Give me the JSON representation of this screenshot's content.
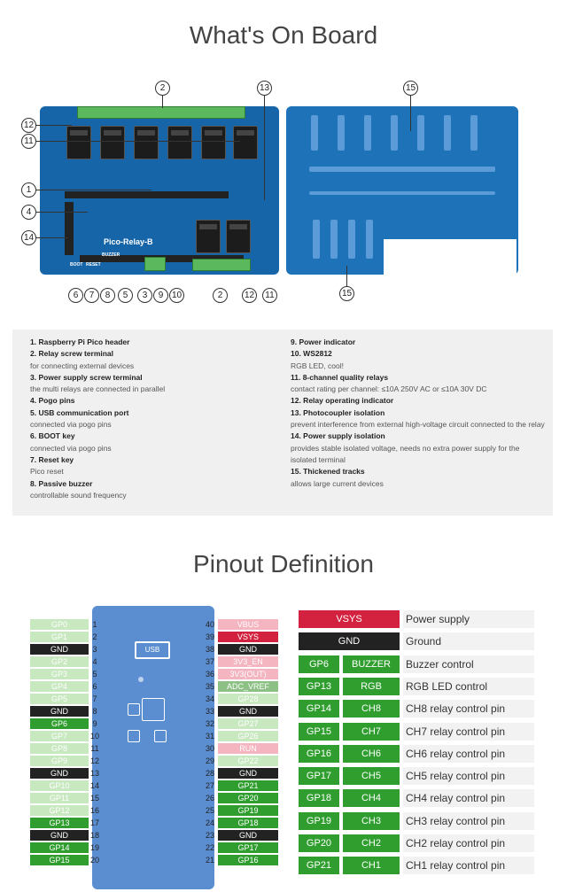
{
  "titles": {
    "board": "What's On Board",
    "pinout": "Pinout Definition"
  },
  "board": {
    "label": "Pico-Relay-B",
    "silk_boot": "BOOT",
    "silk_reset": "RESET",
    "silk_buzzer": "BUZZER",
    "callouts": {
      "c1": "1",
      "c2_top": "2",
      "c13": "13",
      "c12_top": "12",
      "c11_top": "11",
      "c4": "4",
      "c14": "14",
      "c15_top": "15",
      "c15_bottom": "15",
      "c6": "6",
      "c7": "7",
      "c8": "8",
      "c5": "5",
      "c3": "3",
      "c9": "9",
      "c10": "10",
      "c2_bottom": "2",
      "c12_bottom": "12",
      "c11_bottom": "11"
    }
  },
  "legend": {
    "left": [
      {
        "title": "1. Raspberry Pi Pico header",
        "desc": ""
      },
      {
        "title": "2. Relay screw terminal",
        "desc": "for connecting external devices"
      },
      {
        "title": "3. Power supply screw terminal",
        "desc": "the multi relays are connected in parallel"
      },
      {
        "title": "4. Pogo pins",
        "desc": ""
      },
      {
        "title": "5. USB communication port",
        "desc": "connected via pogo pins"
      },
      {
        "title": "6. BOOT key",
        "desc": "connected via pogo pins"
      },
      {
        "title": "7. Reset key",
        "desc": "Pico reset"
      },
      {
        "title": "8. Passive buzzer",
        "desc": "controllable sound frequency"
      }
    ],
    "right": [
      {
        "title": "9. Power indicator",
        "desc": ""
      },
      {
        "title": "10. WS2812",
        "desc": "RGB LED, cool!"
      },
      {
        "title": "11. 8-channel quality relays",
        "desc": "contact rating per channel: ≤10A 250V AC or ≤10A 30V DC"
      },
      {
        "title": "12. Relay operating indicator",
        "desc": ""
      },
      {
        "title": "13. Photocoupler isolation",
        "desc": "prevent interference from external high-voltage circuit connected to the relay"
      },
      {
        "title": "14. Power supply isolation",
        "desc": "provides stable isolated voltage, needs no extra power supply for the isolated terminal"
      },
      {
        "title": "15. Thickened tracks",
        "desc": "allows large current devices"
      }
    ]
  },
  "pico": {
    "usb_label": "USB"
  },
  "pins_left": [
    {
      "num": "1",
      "label": "GP0",
      "kind": "gp"
    },
    {
      "num": "2",
      "label": "GP1",
      "kind": "gp"
    },
    {
      "num": "3",
      "label": "GND",
      "kind": "gnd"
    },
    {
      "num": "4",
      "label": "GP2",
      "kind": "gp"
    },
    {
      "num": "5",
      "label": "GP3",
      "kind": "gp"
    },
    {
      "num": "6",
      "label": "GP4",
      "kind": "gp"
    },
    {
      "num": "7",
      "label": "GP5",
      "kind": "gp"
    },
    {
      "num": "8",
      "label": "GND",
      "kind": "gnd"
    },
    {
      "num": "9",
      "label": "GP6",
      "kind": "gp-strong"
    },
    {
      "num": "10",
      "label": "GP7",
      "kind": "gp"
    },
    {
      "num": "11",
      "label": "GP8",
      "kind": "gp"
    },
    {
      "num": "12",
      "label": "GP9",
      "kind": "gp"
    },
    {
      "num": "13",
      "label": "GND",
      "kind": "gnd"
    },
    {
      "num": "14",
      "label": "GP10",
      "kind": "gp"
    },
    {
      "num": "15",
      "label": "GP11",
      "kind": "gp"
    },
    {
      "num": "16",
      "label": "GP12",
      "kind": "gp"
    },
    {
      "num": "17",
      "label": "GP13",
      "kind": "gp-strong"
    },
    {
      "num": "18",
      "label": "GND",
      "kind": "gnd"
    },
    {
      "num": "19",
      "label": "GP14",
      "kind": "gp-strong"
    },
    {
      "num": "20",
      "label": "GP15",
      "kind": "gp-strong"
    }
  ],
  "pins_right": [
    {
      "num": "40",
      "label": "VBUS",
      "kind": "pwr-light"
    },
    {
      "num": "39",
      "label": "VSYS",
      "kind": "pwr"
    },
    {
      "num": "38",
      "label": "GND",
      "kind": "gnd"
    },
    {
      "num": "37",
      "label": "3V3_EN",
      "kind": "pwr-light"
    },
    {
      "num": "36",
      "label": "3V3(OUT)",
      "kind": "pwr-light"
    },
    {
      "num": "35",
      "label": "ADC_VREF",
      "kind": "adc"
    },
    {
      "num": "34",
      "label": "GP28",
      "kind": "gp"
    },
    {
      "num": "33",
      "label": "GND",
      "kind": "gnd"
    },
    {
      "num": "32",
      "label": "GP27",
      "kind": "gp"
    },
    {
      "num": "31",
      "label": "GP26",
      "kind": "gp"
    },
    {
      "num": "30",
      "label": "RUN",
      "kind": "pwr-light"
    },
    {
      "num": "29",
      "label": "GP22",
      "kind": "gp"
    },
    {
      "num": "28",
      "label": "GND",
      "kind": "gnd"
    },
    {
      "num": "27",
      "label": "GP21",
      "kind": "gp-strong"
    },
    {
      "num": "26",
      "label": "GP20",
      "kind": "gp-strong"
    },
    {
      "num": "25",
      "label": "GP19",
      "kind": "gp-strong"
    },
    {
      "num": "24",
      "label": "GP18",
      "kind": "gp-strong"
    },
    {
      "num": "23",
      "label": "GND",
      "kind": "gnd"
    },
    {
      "num": "22",
      "label": "GP17",
      "kind": "gp-strong"
    },
    {
      "num": "21",
      "label": "GP16",
      "kind": "gp-strong"
    }
  ],
  "function_table": [
    {
      "pin": "VSYS",
      "func": "",
      "desc": "Power supply",
      "kind": "pwr"
    },
    {
      "pin": "GND",
      "func": "",
      "desc": "Ground",
      "kind": "gnd"
    },
    {
      "pin": "GP6",
      "func": "BUZZER",
      "desc": "Buzzer control",
      "kind": "gp"
    },
    {
      "pin": "GP13",
      "func": "RGB",
      "desc": "RGB LED control",
      "kind": "gp"
    },
    {
      "pin": "GP14",
      "func": "CH8",
      "desc": "CH8 relay control pin",
      "kind": "gp"
    },
    {
      "pin": "GP15",
      "func": "CH7",
      "desc": "CH7 relay control pin",
      "kind": "gp"
    },
    {
      "pin": "GP16",
      "func": "CH6",
      "desc": "CH6 relay control pin",
      "kind": "gp"
    },
    {
      "pin": "GP17",
      "func": "CH5",
      "desc": "CH5 relay control pin",
      "kind": "gp"
    },
    {
      "pin": "GP18",
      "func": "CH4",
      "desc": "CH4 relay control pin",
      "kind": "gp"
    },
    {
      "pin": "GP19",
      "func": "CH3",
      "desc": "CH3 relay control pin",
      "kind": "gp"
    },
    {
      "pin": "GP20",
      "func": "CH2",
      "desc": "CH2 relay control pin",
      "kind": "gp"
    },
    {
      "pin": "GP21",
      "func": "CH1",
      "desc": "CH1 relay control pin",
      "kind": "gp"
    }
  ],
  "colors": {
    "gp": "#2f9e2f",
    "gp_light": "#c8e8c0",
    "gnd": "#222222",
    "pwr": "#d3223f",
    "pwr_light": "#f4b4c0",
    "board": "#1565a8"
  }
}
